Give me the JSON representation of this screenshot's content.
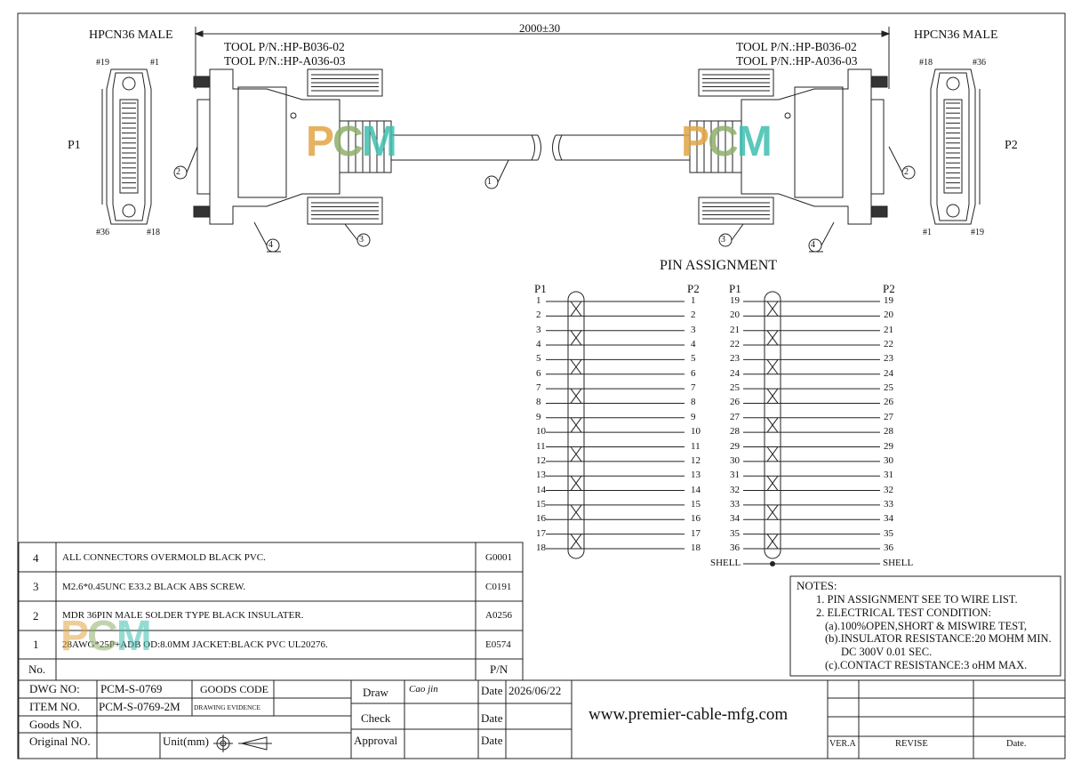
{
  "header": {
    "length": "2000±30",
    "left_connector_title": "HPCN36 MALE",
    "right_connector_title": "HPCN36 MALE",
    "left_tool_lines": [
      "TOOL P/N.:HP-B036-02",
      "TOOL P/N.:HP-A036-03"
    ],
    "right_tool_lines": [
      "TOOL P/N.:HP-B036-02",
      "TOOL P/N.:HP-A036-03"
    ],
    "p1_label": "P1",
    "p2_label": "P2",
    "left_face_pins": {
      "top_left": "#19",
      "top_right": "#1",
      "bottom_left": "#36",
      "bottom_right": "#18"
    },
    "right_face_pins": {
      "top_left": "#18",
      "top_right": "#36",
      "bottom_left": "#1",
      "bottom_right": "#19"
    },
    "callouts": [
      "1",
      "2",
      "3",
      "4"
    ],
    "watermark": "PCM"
  },
  "pin_assignment": {
    "title": "PIN ASSIGNMENT",
    "left_block": {
      "p1": "P1",
      "p2": "P2",
      "pins": [
        "1",
        "2",
        "3",
        "4",
        "5",
        "6",
        "7",
        "8",
        "9",
        "10",
        "11",
        "12",
        "13",
        "14",
        "15",
        "16",
        "17",
        "18"
      ]
    },
    "right_block": {
      "p1": "P1",
      "p2": "P2",
      "pins": [
        "19",
        "20",
        "21",
        "22",
        "23",
        "24",
        "25",
        "26",
        "27",
        "28",
        "29",
        "30",
        "31",
        "32",
        "33",
        "34",
        "35",
        "36"
      ]
    },
    "shell_left": "SHELL",
    "shell_right": "SHELL"
  },
  "notes": {
    "title": "NOTES:",
    "lines": [
      "1. PIN ASSIGNMENT SEE TO WIRE LIST.",
      "2. ELECTRICAL TEST CONDITION:",
      "(a).100%OPEN,SHORT & MISWIRE TEST,",
      "(b).INSULATOR RESISTANCE:20 MOHM MIN.",
      "DC 300V 0.01 SEC.",
      "(c).CONTACT RESISTANCE:3 oHM MAX."
    ]
  },
  "bom": {
    "rows": [
      {
        "no": "4",
        "desc": "ALL CONNECTORS OVERMOLD BLACK PVC.",
        "pn": "G0001"
      },
      {
        "no": "3",
        "desc": "M2.6*0.45UNC E33.2 BLACK ABS SCREW.",
        "pn": "C0191"
      },
      {
        "no": "2",
        "desc": "MDR 36PIN MALE SOLDER TYPE BLACK INSULATER.",
        "pn": "A0256"
      },
      {
        "no": "1",
        "desc": "28AWG*25P+ADB OD:8.0MM JACKET:BLACK PVC UL20276.",
        "pn": "E0574"
      }
    ],
    "header_no": "No.",
    "header_pn": "P/N"
  },
  "title_block": {
    "dwg_no_label": "DWG NO:",
    "dwg_no": "PCM-S-0769",
    "goods_code_label": "GOODS CODE",
    "item_no_label": "ITEM NO.",
    "item_no": "PCM-S-0769-2M",
    "drawing_evidence_label": "DRAWING EVIDENCE",
    "goods_no_label": "Goods NO.",
    "original_no_label": "Original NO.",
    "unit_label": "Unit(mm)",
    "draw_label": "Draw",
    "draw_sign": "Cao jin",
    "check_label": "Check",
    "approval_label": "Approval",
    "date_label": "Date",
    "draw_date": "2026/06/22",
    "website": "www.premier-cable-mfg.com",
    "ver_label": "VER.A",
    "revise_label": "REVISE",
    "date_col_label": "Date."
  }
}
